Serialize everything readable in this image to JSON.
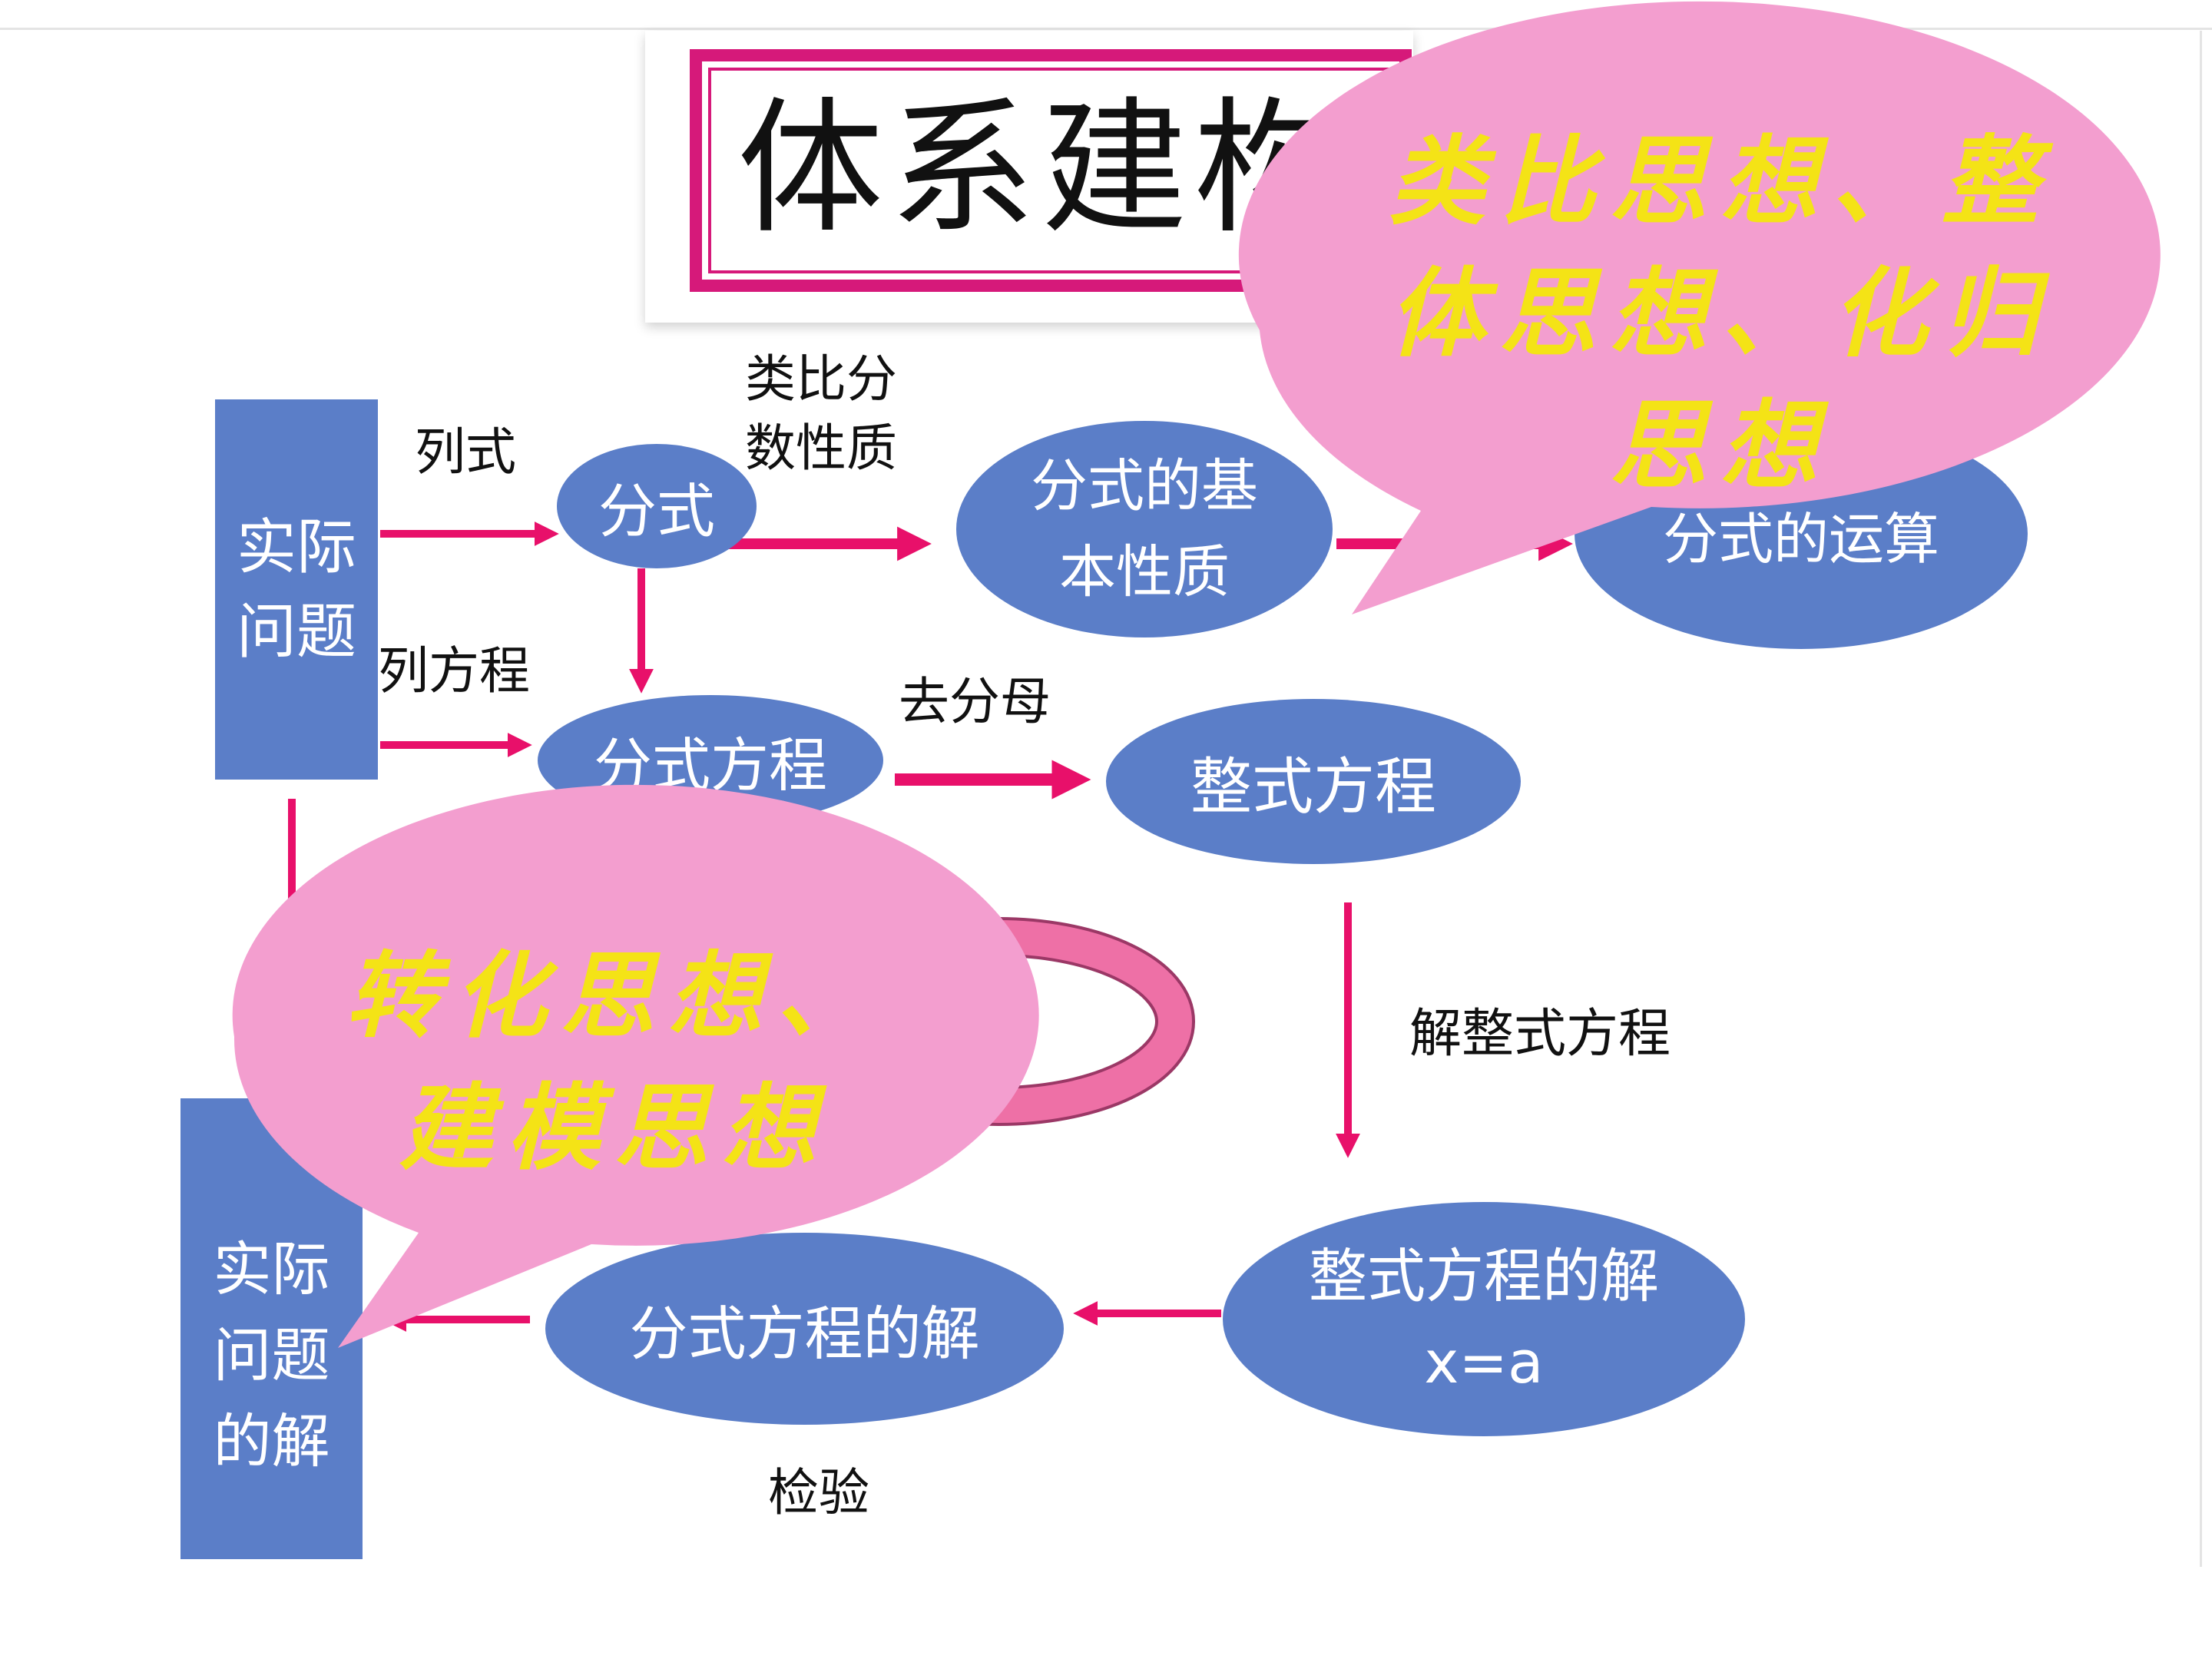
{
  "title": "体系建构",
  "nodes": {
    "practical_problem": [
      "实际",
      "问题"
    ],
    "fraction": "分式",
    "fraction_basic_property": [
      "分式的基",
      "本性质"
    ],
    "fraction_operations": "分式的运算",
    "fractional_equation": "分式方程",
    "integral_equation": "整式方程",
    "integral_equation_solution": [
      "整式方程的解",
      "x=a"
    ],
    "fractional_equation_solution": "分式方程的解",
    "practical_problem_solution": [
      "实际",
      "问题",
      "的解"
    ]
  },
  "edge_labels": {
    "write_expression": "列式",
    "write_equation": "列方程",
    "analogy_fraction_property": [
      "类比分",
      "数性质"
    ],
    "clear_denominator": "去分母",
    "solve_integral_equation": "解整式方程",
    "check": "检验"
  },
  "callouts": {
    "top_right": [
      "类比思想、整",
      "体思想、化归",
      "思想"
    ],
    "bottom_left": [
      "转化思想、",
      "建模思想"
    ]
  },
  "colors": {
    "node_fill": "#5b7ec8",
    "arrow": "#e8106a",
    "callout_fill": "#f39ecf",
    "callout_text": "#f4e316",
    "title_frame": "#d6197a"
  }
}
